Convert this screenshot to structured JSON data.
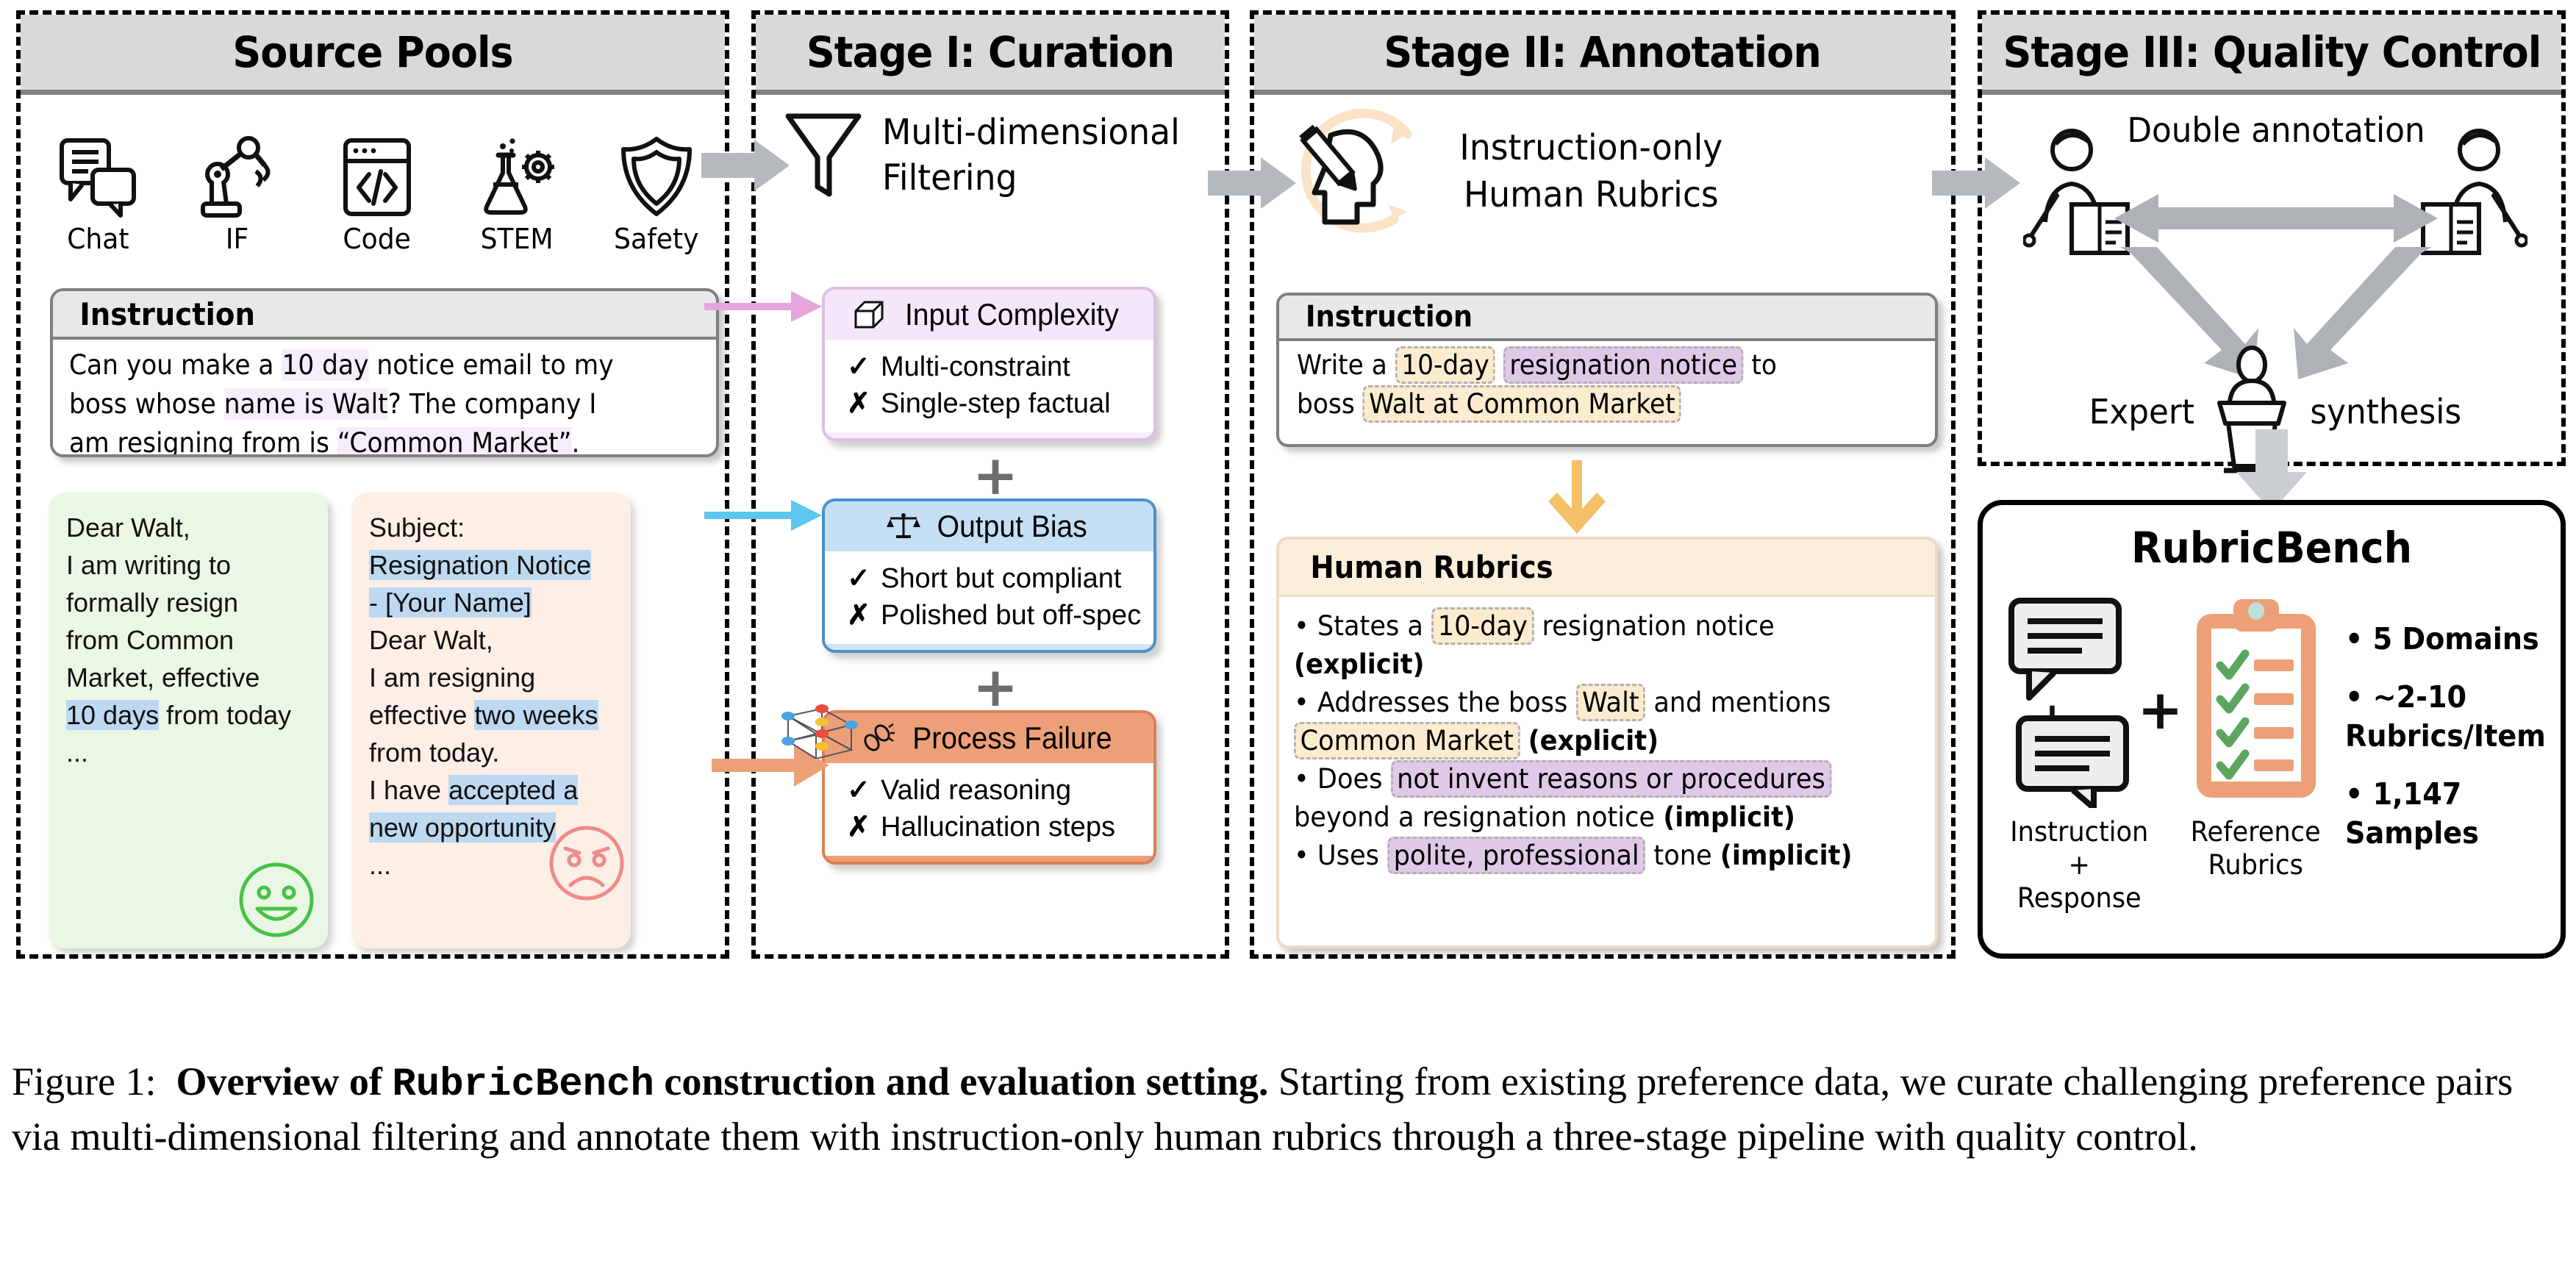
{
  "panels": {
    "source": {
      "title": "Source Pools"
    },
    "stage1": {
      "title": "Stage I: Curation"
    },
    "stage2": {
      "title": "Stage II: Annotation"
    },
    "stage3": {
      "title": "Stage III: Quality Control"
    }
  },
  "source_pools": {
    "icons": [
      {
        "name": "chat-icon",
        "label": "Chat"
      },
      {
        "name": "robot-arm-icon",
        "label": "IF"
      },
      {
        "name": "code-window-icon",
        "label": "Code"
      },
      {
        "name": "flask-gear-icon",
        "label": "STEM"
      },
      {
        "name": "shield-icon",
        "label": "Safety"
      }
    ],
    "instruction_card": {
      "header": "Instruction",
      "line1_a": "Can you make a ",
      "line1_hl": "10 day",
      "line1_b": " notice email to my",
      "line2_a": "boss whose ",
      "line2_hl": "name is Walt",
      "line2_b": "? The company I",
      "line3_a": "am resigning from is ",
      "line3_hl": "“Common Market”",
      "line3_b": "."
    },
    "response_good": {
      "lines": [
        "Dear Walt,",
        "I am writing to",
        "formally resign",
        "from Common",
        "Market, effective"
      ],
      "hl": "10 days",
      "after_hl": " from today",
      "ellipsis": "...",
      "face": "smiley-face-icon"
    },
    "response_bad": {
      "l1": "Subject:",
      "l2_hl": "Resignation Notice",
      "l3_hl": "- [Your Name]",
      "l4": "Dear Walt,",
      "l5": "I am resigning",
      "l6_a": "effective ",
      "l6_hl": "two weeks",
      "l7": "from today.",
      "l8_a": "I have ",
      "l8_hl": "accepted a",
      "l9_hl": "new opportunity",
      "ellipsis": "...",
      "face": "frowning-face-icon"
    }
  },
  "stage1": {
    "funnel_label_line1": "Multi-dimensional",
    "funnel_label_line2": "Filtering",
    "plus": "+",
    "cards": [
      {
        "icon": "layers-icon",
        "title": "Input Complexity",
        "good_mark": "✓",
        "good": "Multi-constraint",
        "bad_mark": "✗",
        "bad": "Single-step factual"
      },
      {
        "icon": "scales-icon",
        "title": "Output Bias",
        "good_mark": "✓",
        "good": "Short but compliant",
        "bad_mark": "✗",
        "bad": "Polished but off-spec"
      },
      {
        "icon": "broken-chain-icon",
        "title": "Process Failure",
        "good_mark": "✓",
        "good": "Valid reasoning",
        "bad_mark": "✗",
        "bad": "Hallucination steps"
      }
    ]
  },
  "stage2": {
    "head_line1": "Instruction-only",
    "head_line2": "Human Rubrics",
    "instruction_card": {
      "header": "Instruction",
      "l1_a": "Write a ",
      "l1_t1": "10-day",
      "l1_t2": "resignation notice",
      "l1_b": " to",
      "l2_a": "boss ",
      "l2_t1": "Walt at Common Market"
    },
    "rubrics_card": {
      "header": "Human Rubrics",
      "items": [
        {
          "a": "• States a ",
          "t": "10-day",
          "b": " resignation notice ",
          "kind": "(explicit)",
          "tagtype": "y"
        },
        {
          "a": "• Addresses the boss ",
          "t": "Walt",
          "b": " and mentions ",
          "t2": "Common Market",
          "b2": " ",
          "kind": "(explicit)",
          "tagtype": "y"
        },
        {
          "a": "• Does ",
          "t": "not invent reasons or procedures",
          "b": " beyond a resignation notice ",
          "kind": "(implicit)",
          "tagtype": "p"
        },
        {
          "a": "• Uses ",
          "t": "polite, professional",
          "b": " tone ",
          "kind": "(implicit)",
          "tagtype": "p"
        }
      ]
    }
  },
  "stage3": {
    "double_annotation": "Double annotation",
    "expert": "Expert",
    "synthesis": "synthesis",
    "annotator_left": "annotator-left-icon",
    "annotator_right": "annotator-right-icon",
    "podium": "podium-speaker-icon"
  },
  "bench": {
    "title": "RubricBench",
    "plus_small": "+",
    "plus_big": "+",
    "caption_left_l1": "Instruction",
    "caption_left_l2": "+ Response",
    "caption_mid_l1": "Reference",
    "caption_mid_l2": "Rubrics",
    "facts": [
      "• 5 Domains",
      "• ~2-10",
      "Rubrics/Item",
      "• 1,147",
      "Samples"
    ]
  },
  "caption": {
    "prefix": "Figure 1:",
    "bold_a": "Overview of ",
    "bold_mono": "RubricBench",
    "bold_b": " construction and evaluation setting.",
    "rest": " Starting from existing preference data, we curate challenging preference pairs via multi-dimensional filtering and annotate them with instruction-only human rubrics through a three-stage pipeline with quality control."
  },
  "colors": {
    "header_grey": "#d9d9d9",
    "purple": "#e0c9e8",
    "blue": "#bdd9f1",
    "orange": "#eda078",
    "yellow_tag": "#fbeccf",
    "green_bubble": "#eaf7e4",
    "pink_bubble": "#fdeee6",
    "grey_arrow": "#b4b9bd"
  }
}
